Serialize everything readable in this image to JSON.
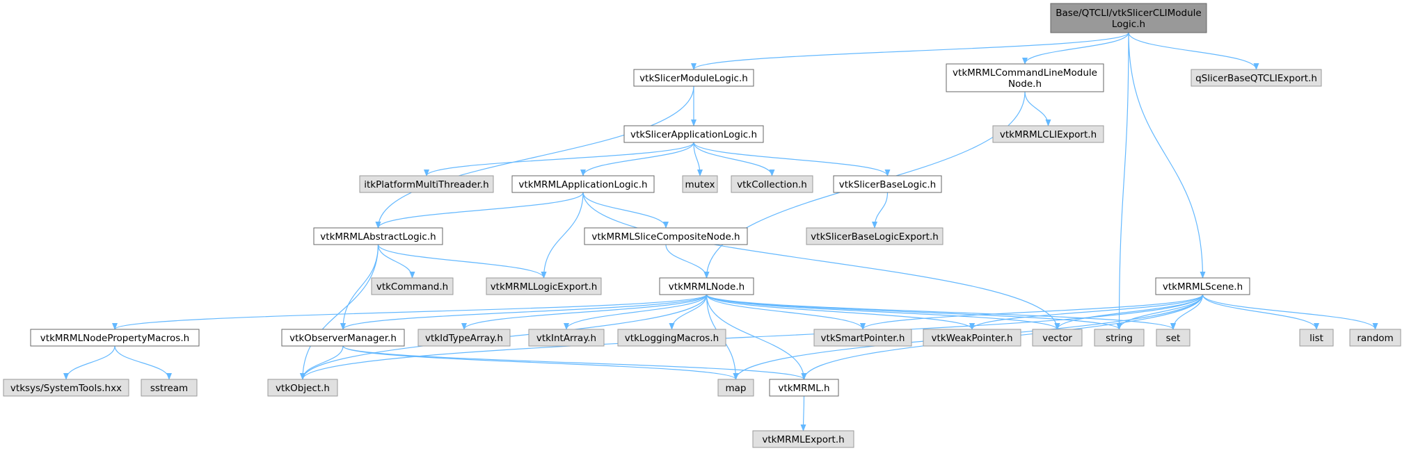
{
  "colors": {
    "edge": "#63b8ff",
    "root_fill": "#999999",
    "root_border": "#666666",
    "internal_fill": "#ffffff",
    "internal_border": "#666666",
    "external_fill": "#e0e0e0",
    "external_border": "#999999"
  },
  "nodes": [
    {
      "id": "root",
      "lines": [
        "Base/QTCLI/vtkSlicerCLIModule",
        "Logic.h"
      ],
      "kind": "root"
    },
    {
      "id": "n1",
      "lines": [
        "vtkSlicerModuleLogic.h"
      ],
      "kind": "internal"
    },
    {
      "id": "n2",
      "lines": [
        "vtkMRMLCommandLineModule",
        "Node.h"
      ],
      "kind": "internal"
    },
    {
      "id": "n3",
      "lines": [
        "qSlicerBaseQTCLIExport.h"
      ],
      "kind": "external"
    },
    {
      "id": "n4",
      "lines": [
        "vtkSlicerApplicationLogic.h"
      ],
      "kind": "internal"
    },
    {
      "id": "n5",
      "lines": [
        "vtkMRMLCLIExport.h"
      ],
      "kind": "external"
    },
    {
      "id": "n6",
      "lines": [
        "itkPlatformMultiThreader.h"
      ],
      "kind": "external"
    },
    {
      "id": "n7",
      "lines": [
        "vtkMRMLApplicationLogic.h"
      ],
      "kind": "internal"
    },
    {
      "id": "n8",
      "lines": [
        "mutex"
      ],
      "kind": "external"
    },
    {
      "id": "n9",
      "lines": [
        "vtkCollection.h"
      ],
      "kind": "external"
    },
    {
      "id": "n10",
      "lines": [
        "vtkSlicerBaseLogic.h"
      ],
      "kind": "internal"
    },
    {
      "id": "n11",
      "lines": [
        "vtkSlicerBaseLogicExport.h"
      ],
      "kind": "external"
    },
    {
      "id": "n12",
      "lines": [
        "vtkMRMLAbstractLogic.h"
      ],
      "kind": "internal"
    },
    {
      "id": "n13",
      "lines": [
        "vtkMRMLSliceCompositeNode.h"
      ],
      "kind": "internal"
    },
    {
      "id": "n14",
      "lines": [
        "vtkCommand.h"
      ],
      "kind": "external"
    },
    {
      "id": "n15",
      "lines": [
        "vtkMRMLLogicExport.h"
      ],
      "kind": "external"
    },
    {
      "id": "n16",
      "lines": [
        "vtkMRMLNode.h"
      ],
      "kind": "internal"
    },
    {
      "id": "n17",
      "lines": [
        "vtkMRMLScene.h"
      ],
      "kind": "internal"
    },
    {
      "id": "n18",
      "lines": [
        "vtkMRMLNodePropertyMacros.h"
      ],
      "kind": "internal"
    },
    {
      "id": "n19",
      "lines": [
        "vtkObserverManager.h"
      ],
      "kind": "internal"
    },
    {
      "id": "n20",
      "lines": [
        "vtkIdTypeArray.h"
      ],
      "kind": "external"
    },
    {
      "id": "n21",
      "lines": [
        "vtkIntArray.h"
      ],
      "kind": "external"
    },
    {
      "id": "n22",
      "lines": [
        "vtkLoggingMacros.h"
      ],
      "kind": "external"
    },
    {
      "id": "n23",
      "lines": [
        "vtkSmartPointer.h"
      ],
      "kind": "external"
    },
    {
      "id": "n24",
      "lines": [
        "vtkWeakPointer.h"
      ],
      "kind": "external"
    },
    {
      "id": "n25",
      "lines": [
        "vector"
      ],
      "kind": "external"
    },
    {
      "id": "n26",
      "lines": [
        "string"
      ],
      "kind": "external"
    },
    {
      "id": "n27",
      "lines": [
        "set"
      ],
      "kind": "external"
    },
    {
      "id": "n28",
      "lines": [
        "list"
      ],
      "kind": "external"
    },
    {
      "id": "n29",
      "lines": [
        "random"
      ],
      "kind": "external"
    },
    {
      "id": "n30",
      "lines": [
        "vtksys/SystemTools.hxx"
      ],
      "kind": "external"
    },
    {
      "id": "n31",
      "lines": [
        "sstream"
      ],
      "kind": "external"
    },
    {
      "id": "n32",
      "lines": [
        "vtkObject.h"
      ],
      "kind": "external"
    },
    {
      "id": "n33",
      "lines": [
        "map"
      ],
      "kind": "external"
    },
    {
      "id": "n34",
      "lines": [
        "vtkMRML.h"
      ],
      "kind": "internal"
    },
    {
      "id": "n35",
      "lines": [
        "vtkMRMLExport.h"
      ],
      "kind": "external"
    }
  ],
  "edges": [
    [
      "root",
      "n1"
    ],
    [
      "root",
      "n2"
    ],
    [
      "root",
      "n3"
    ],
    [
      "root",
      "n26"
    ],
    [
      "root",
      "n17"
    ],
    [
      "n1",
      "n4"
    ],
    [
      "n1",
      "n12"
    ],
    [
      "n2",
      "n5"
    ],
    [
      "n2",
      "n16"
    ],
    [
      "n4",
      "n6"
    ],
    [
      "n4",
      "n7"
    ],
    [
      "n4",
      "n8"
    ],
    [
      "n4",
      "n9"
    ],
    [
      "n4",
      "n10"
    ],
    [
      "n10",
      "n11"
    ],
    [
      "n7",
      "n12"
    ],
    [
      "n7",
      "n13"
    ],
    [
      "n7",
      "n15"
    ],
    [
      "n7",
      "n25"
    ],
    [
      "n13",
      "n16"
    ],
    [
      "n12",
      "n14"
    ],
    [
      "n12",
      "n15"
    ],
    [
      "n12",
      "n19"
    ],
    [
      "n12",
      "n32"
    ],
    [
      "n16",
      "n18"
    ],
    [
      "n16",
      "n19"
    ],
    [
      "n16",
      "n20"
    ],
    [
      "n16",
      "n21"
    ],
    [
      "n16",
      "n22"
    ],
    [
      "n16",
      "n23"
    ],
    [
      "n16",
      "n24"
    ],
    [
      "n16",
      "n25"
    ],
    [
      "n16",
      "n26"
    ],
    [
      "n16",
      "n27"
    ],
    [
      "n16",
      "n32"
    ],
    [
      "n16",
      "n33"
    ],
    [
      "n16",
      "n34"
    ],
    [
      "n17",
      "n23"
    ],
    [
      "n17",
      "n24"
    ],
    [
      "n17",
      "n25"
    ],
    [
      "n17",
      "n26"
    ],
    [
      "n17",
      "n27"
    ],
    [
      "n17",
      "n28"
    ],
    [
      "n17",
      "n29"
    ],
    [
      "n17",
      "n32"
    ],
    [
      "n17",
      "n33"
    ],
    [
      "n17",
      "n34"
    ],
    [
      "n18",
      "n30"
    ],
    [
      "n18",
      "n31"
    ],
    [
      "n19",
      "n32"
    ],
    [
      "n19",
      "n33"
    ],
    [
      "n19",
      "n34"
    ],
    [
      "n34",
      "n35"
    ]
  ]
}
